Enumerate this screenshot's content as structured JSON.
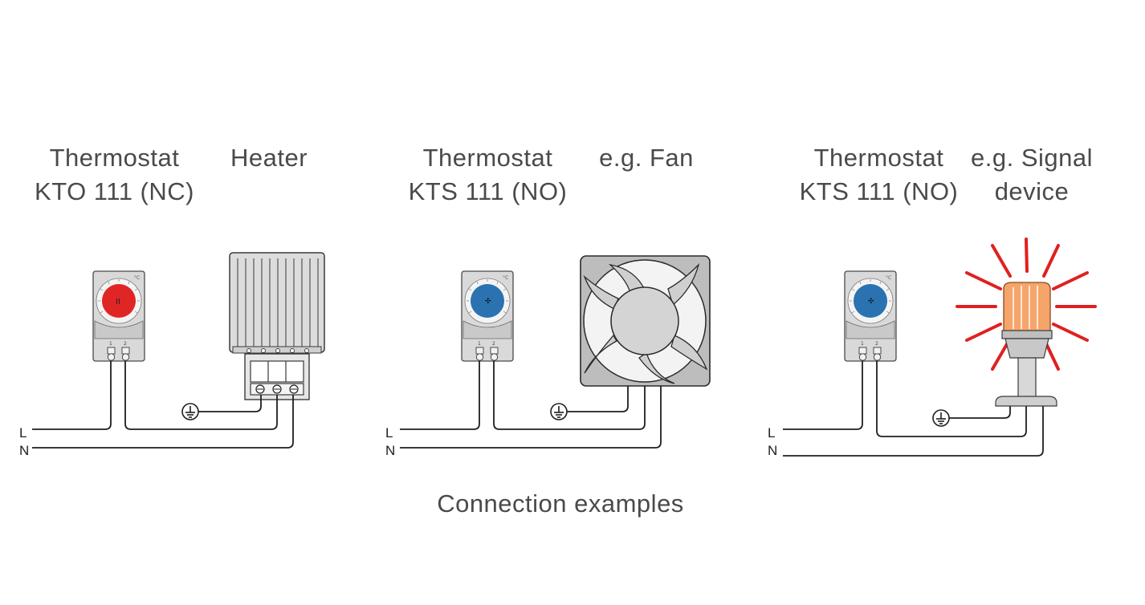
{
  "sections": [
    {
      "id": "heater",
      "thermostat_title": "Thermostat",
      "thermostat_model": "KTO 111 (NC)",
      "device_label_1": "Heater",
      "device_label_2": "",
      "dial_color": "#e02525"
    },
    {
      "id": "fan",
      "thermostat_title": "Thermostat",
      "thermostat_model": "KTS 111 (NO)",
      "device_label_1": "e.g. Fan",
      "device_label_2": "",
      "dial_color": "#2a73b0"
    },
    {
      "id": "signal",
      "thermostat_title": "Thermostat",
      "thermostat_model": "KTS 111 (NO)",
      "device_label_1": "e.g. Signal",
      "device_label_2": "device",
      "dial_color": "#2a73b0"
    }
  ],
  "lines": {
    "live": "L",
    "neutral": "N"
  },
  "caption": "Connection examples",
  "icons": [
    "ground-icon",
    "thermostat-icon",
    "heater-icon",
    "fan-icon",
    "signal-light-icon"
  ]
}
